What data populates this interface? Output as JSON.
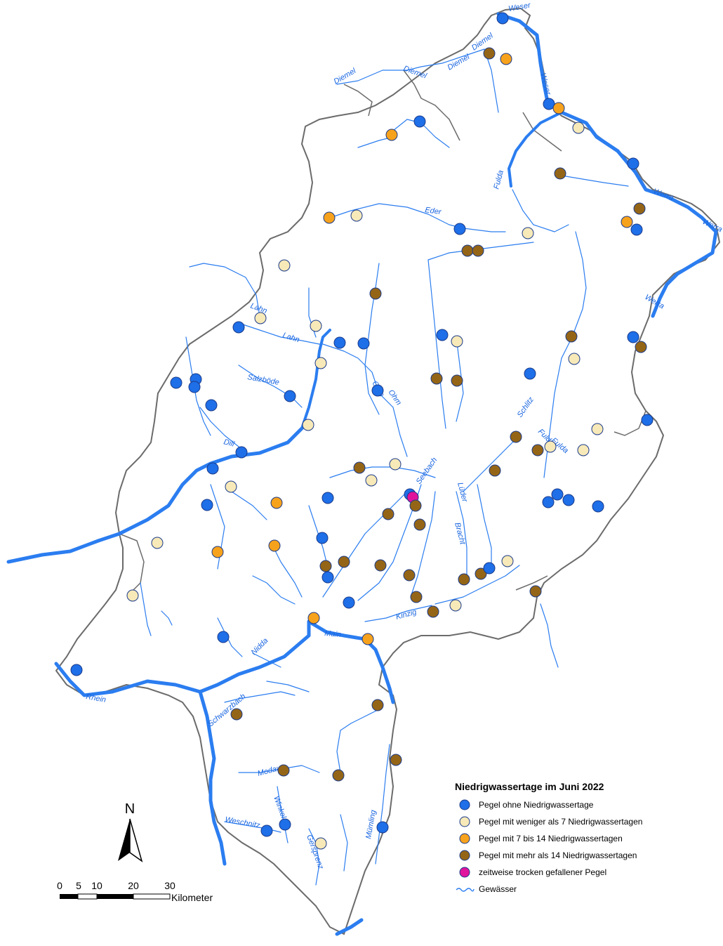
{
  "legend": {
    "title": "Niedrigwassertage im Juni 2022",
    "items": [
      {
        "label": "Pegel ohne Niedrigwassertage",
        "color": "#1e6fe8",
        "symbol": "dot"
      },
      {
        "label": "Pegel mit weniger als 7 Niedrigwassertagen",
        "color": "#f7e9b8",
        "symbol": "dot"
      },
      {
        "label": "Pegel mit 7  bis 14 Niedrigwassertagen",
        "color": "#f7a21c",
        "symbol": "dot"
      },
      {
        "label": "Pegel mit mehr als 14 Niedrigwassertagen",
        "color": "#946516",
        "symbol": "dot"
      },
      {
        "label": "zeitweise trocken gefallener Pegel",
        "color": "#e0139c",
        "symbol": "dot"
      },
      {
        "label": "Gewässer",
        "color": "#2b7df0",
        "symbol": "line"
      }
    ]
  },
  "north_label": "N",
  "scale_bar": {
    "ticks": [
      "0",
      "5",
      "10",
      "20",
      "30"
    ],
    "unit": "Kilometer"
  },
  "rivers": [
    "Weser",
    "Diemel",
    "Diemel",
    "Diemel",
    "Diemel",
    "Weser",
    "Eder",
    "Fulda",
    "Werra",
    "Werra",
    "Werra",
    "Lahn",
    "Lahn",
    "Salzböde",
    "Ohm",
    "Ohm",
    "Dill",
    "Schlitz",
    "Fulda",
    "Fulda",
    "Lüder",
    "Bracht",
    "Seebach",
    "Kinzig",
    "Main",
    "Nidda",
    "Rhein",
    "Schwarzbach",
    "Modau",
    "Winkel",
    "Weschnitz",
    "Gersprenz",
    "Mümling"
  ],
  "colors": {
    "river": "#2b7df0",
    "border": "#6b6b6b"
  }
}
